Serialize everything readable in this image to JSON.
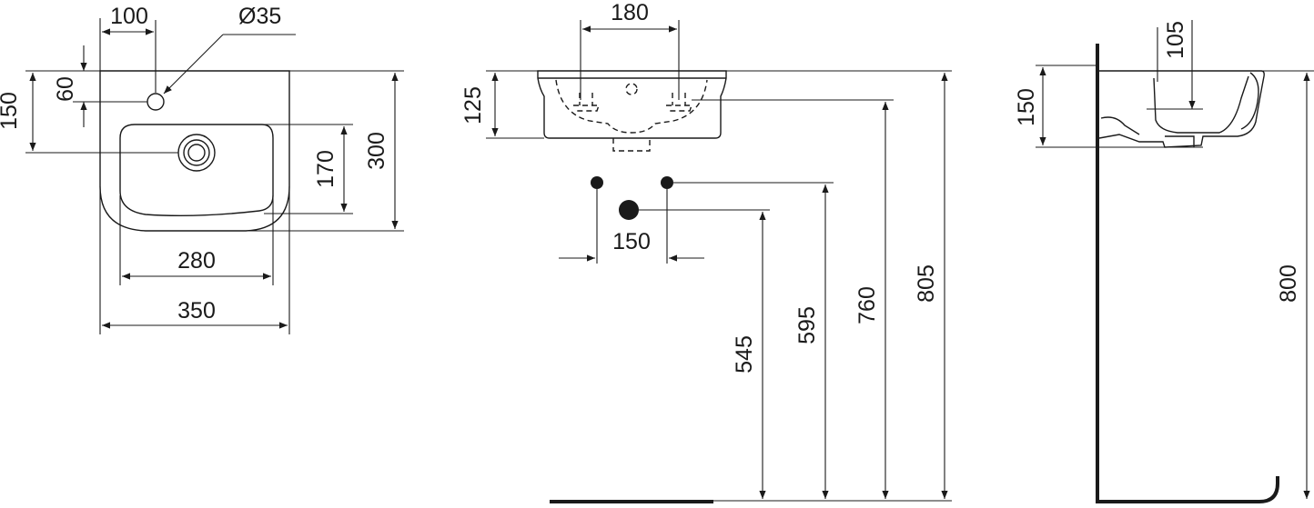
{
  "colors": {
    "ink": "#1a1a1a",
    "background": "#ffffff"
  },
  "top_view": {
    "dim_tap_offset": "100",
    "dim_tap_hole": "Ø35",
    "dim_tap_depth": "60",
    "dim_waste_depth": "150",
    "dim_bowl_depth": "170",
    "dim_overall_depth": "300",
    "dim_bowl_width": "280",
    "dim_overall_width": "350"
  },
  "front_view": {
    "dim_bracket_spacing": "180",
    "dim_basin_height": "125",
    "dim_supply_spacing": "150",
    "dim_waste_height": "545",
    "dim_supply_height": "595",
    "dim_bracket_height": "760",
    "dim_rim_height": "805"
  },
  "side_view": {
    "dim_projection": "105",
    "dim_side_height": "150",
    "dim_rim_height": "800"
  }
}
